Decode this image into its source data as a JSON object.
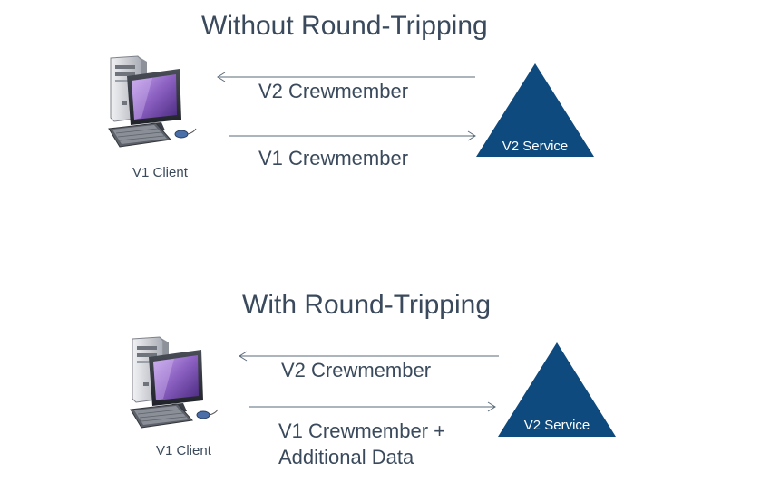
{
  "diagrams": [
    {
      "title": "Without Round-Tripping",
      "client_label": "V1 Client",
      "service_label": "V2 Service",
      "response_message": [
        "V2 Crewmember"
      ],
      "request_message": [
        "V1 Crewmember"
      ]
    },
    {
      "title": "With Round-Tripping",
      "client_label": "V1 Client",
      "service_label": "V2 Service",
      "response_message": [
        "V2 Crewmember"
      ],
      "request_message": [
        "V1 Crewmember +",
        "Additional Data"
      ]
    }
  ],
  "colors": {
    "text": "#3a4a5c",
    "service_triangle": "#0e4a7e",
    "arrow": "#5a6a7a",
    "monitor_screen": "#8a5fc0"
  },
  "icons": {
    "client": "desktop-computer-icon",
    "service": "triangle-shape"
  }
}
